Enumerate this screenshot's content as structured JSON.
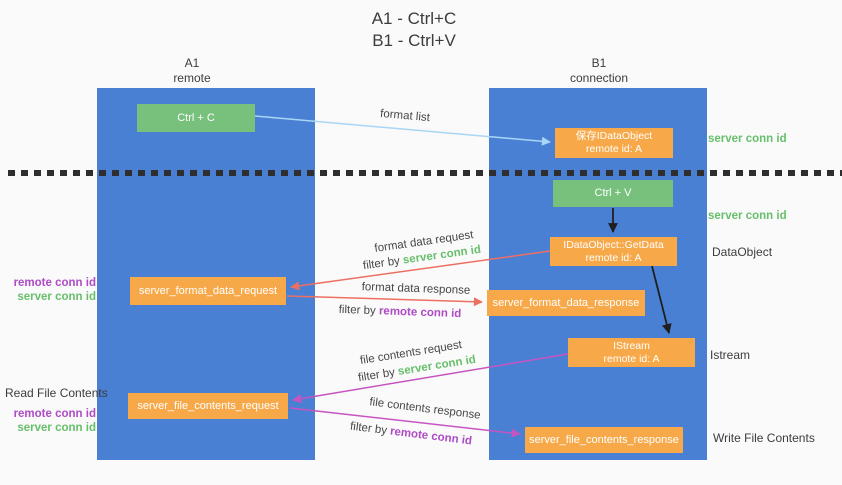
{
  "title": {
    "line1": "A1 - Ctrl+C",
    "line2": "B1 - Ctrl+V"
  },
  "lanes": {
    "a1": {
      "title": "A1",
      "subtitle": "remote"
    },
    "b1": {
      "title": "B1",
      "subtitle": "connection"
    }
  },
  "nodes": {
    "ctrl_c": {
      "label": "Ctrl + C"
    },
    "ctrl_v": {
      "label": "Ctrl + V"
    },
    "save_dataobject": {
      "line1": "保存IDataObject",
      "line2": "remote id: A"
    },
    "getdata": {
      "line1": "IDataObject::GetData",
      "line2": "remote id: A"
    },
    "istream": {
      "line1": "IStream",
      "line2": "remote id: A"
    },
    "format_request": {
      "label": "server_format_data_request"
    },
    "format_response": {
      "label": "server_format_data_response"
    },
    "file_request": {
      "label": "server_file_contents_request"
    },
    "file_response": {
      "label": "server_file_contents_response"
    }
  },
  "arrow_labels": {
    "format_list": "format list",
    "format_data_request": "format data request",
    "format_data_response": "format data response",
    "file_contents_request": "file contents request",
    "file_contents_response": "file contents response",
    "filter_by": "filter by",
    "server_conn_id": "server conn id",
    "remote_conn_id": "remote conn id"
  },
  "side_labels": {
    "server_conn_id_top": "server conn id",
    "server_conn_id_mid": "server conn id",
    "dataobject": "DataObject",
    "istream": "Istream",
    "read_file_contents": "Read File Contents",
    "write_file_contents": "Write File Contents",
    "remote_conn_id": "remote conn id",
    "server_conn_id": "server conn id"
  },
  "colors": {
    "lane_blue": "#4a80d4",
    "node_green": "#77c17d",
    "node_orange": "#f7a94a",
    "text_green": "#67bf6b",
    "text_purple": "#ae4bc5",
    "arrow_salmon": "#ec6f63",
    "arrow_magenta": "#c654c1",
    "arrow_lightblue": "#a9d6f5",
    "arrow_black": "#1f1f1f",
    "text_dark": "#3c3c3c",
    "background": "#fafafa"
  }
}
